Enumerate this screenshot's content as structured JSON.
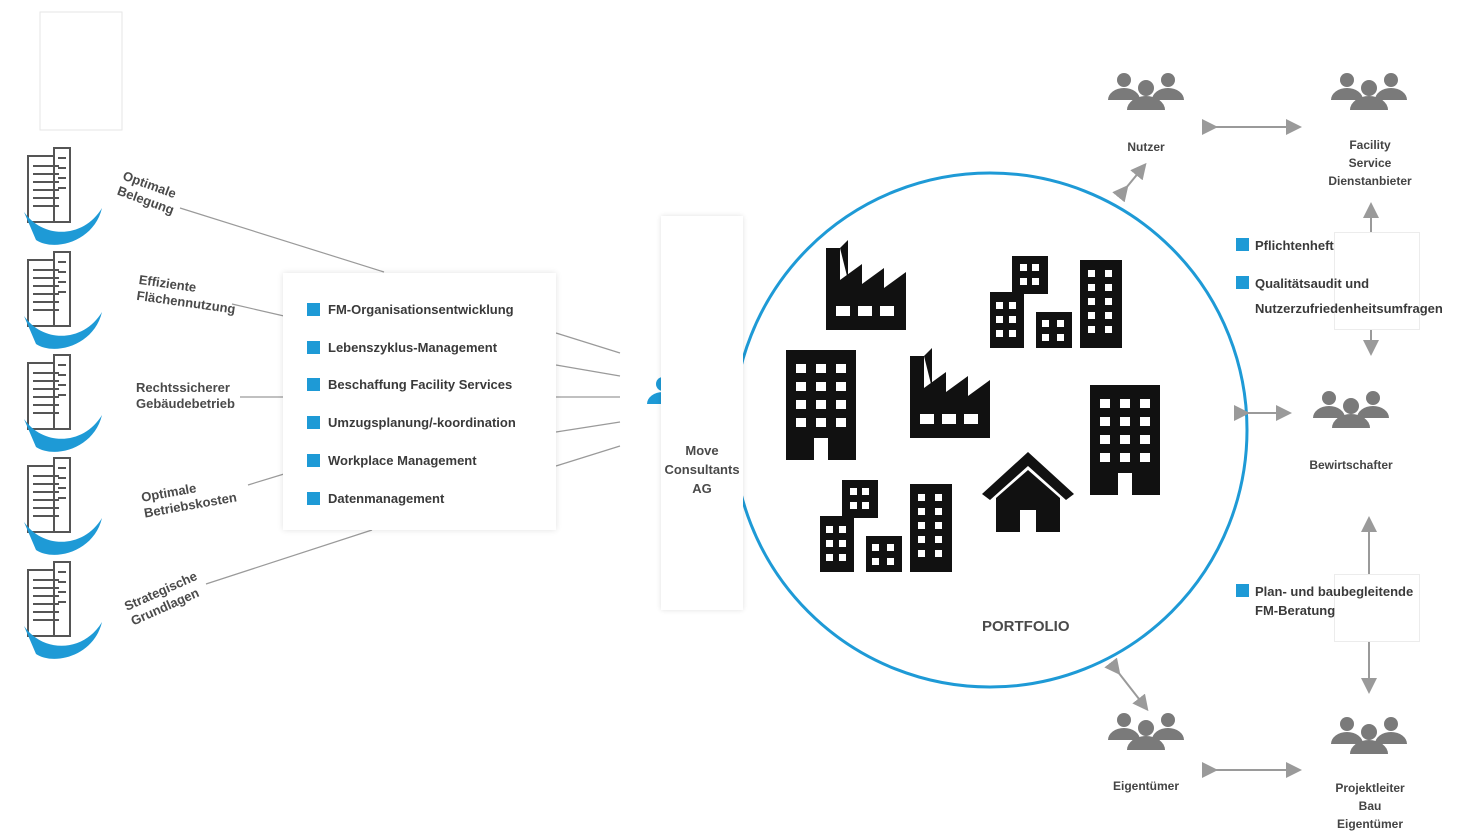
{
  "goals": [
    {
      "lines": [
        "Optimale",
        "Belegung"
      ]
    },
    {
      "lines": [
        "Effiziente",
        "Flächennutzung"
      ]
    },
    {
      "lines": [
        "Rechtssicherer",
        "Gebäudebetrieb"
      ]
    },
    {
      "lines": [
        "Optimale",
        "Betriebskosten"
      ]
    },
    {
      "lines": [
        "Strategische",
        "Grundlagen"
      ]
    }
  ],
  "services": [
    "FM-Organisationsentwicklung",
    "Lebenszyklus-Management",
    "Beschaffung Facility Services",
    "Umzugsplanung/-koordination",
    "Workplace Management",
    "Datenmanagement"
  ],
  "center": {
    "label": "Move\nConsultants\nAG"
  },
  "portfolio": {
    "label": "PORTFOLIO"
  },
  "roles": {
    "nutzer": "Nutzer",
    "facility": "Facility\nService\nDienstanbieter",
    "bewirtschafter": "Bewirtschafter",
    "eigentuemer": "Eigentümer",
    "projektleiter": "Projektleiter\nBau\nEigentümer"
  },
  "tasks": {
    "pflichtenheft": "Pflichtenheft",
    "qualitaet_line1": "Qualitätsaudit und",
    "qualitaet_line2": "Nutzerzufriedenheitsumfragen",
    "plan_line1": "Plan- und baubegleitende",
    "plan_line2": "FM-Beratung"
  },
  "colors": {
    "accent": "#1e9ad6",
    "icon_gray": "#7a7a7a",
    "line_gray": "#9a9a9a",
    "building": "#111111"
  }
}
